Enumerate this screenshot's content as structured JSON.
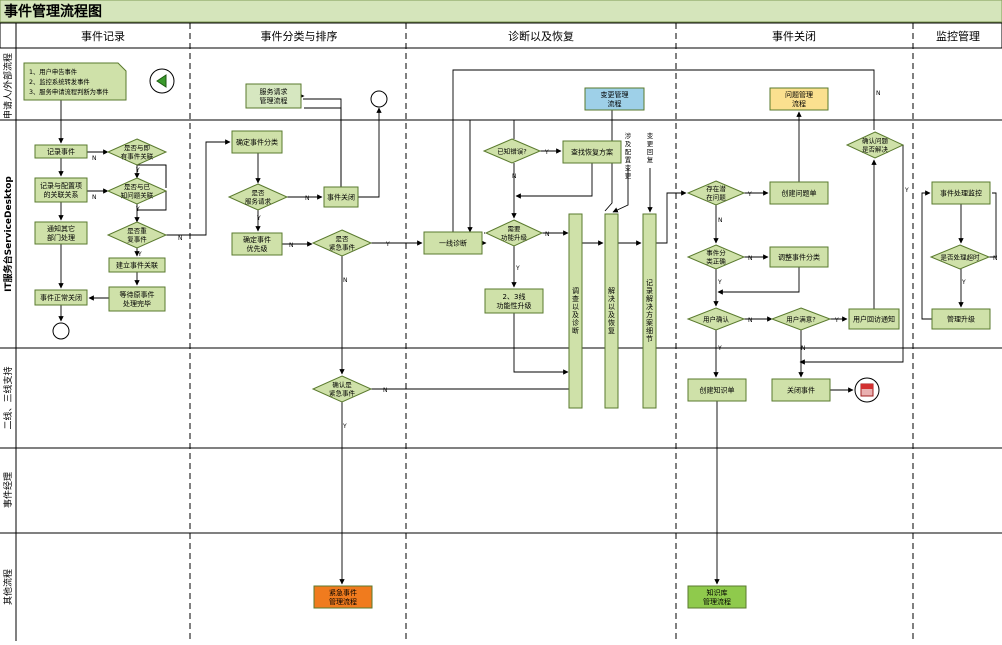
{
  "title": "事件管理流程图",
  "columns": [
    "事件记录",
    "事件分类与排序",
    "诊断以及恢复",
    "事件关闭",
    "监控管理"
  ],
  "lanes": [
    "申请人/外部流程",
    "IT服务台ServiceDesktop",
    "二线、三线支持",
    "事件经理",
    "其他流程"
  ],
  "input_note": [
    "1、用户申告事件",
    "2、监控系统转发事件",
    "3、服务申请流程判断为事件"
  ],
  "nodes": {
    "record_event": "记录事件",
    "check_open_event": [
      "是否与即",
      "有事件关联"
    ],
    "record_config": [
      "记录与配置项",
      "的关联关系"
    ],
    "check_problem": [
      "是否与已",
      "知问题关联"
    ],
    "notify_dept": [
      "通知其它",
      "部门处理"
    ],
    "check_repeat": [
      "是否重",
      "复事件"
    ],
    "create_relation": "建立事件关联",
    "normal_close": "事件正常关闭",
    "wait_close": [
      "等待原事件",
      "处理完毕"
    ],
    "service_flow": [
      "服务请求",
      "管理流程"
    ],
    "classify": "确定事件分类",
    "check_service": [
      "是否",
      "服务请求"
    ],
    "event_close_b": "事件关闭",
    "set_priority": [
      "确定事件",
      "优先级"
    ],
    "check_emergency": [
      "是否",
      "紧急事件"
    ],
    "confirm_emergency": [
      "确认是",
      "紧急事件"
    ],
    "emergency_flow": [
      "紧急事件",
      "管理流程"
    ],
    "change_flow": [
      "变更管理",
      "流程"
    ],
    "known_error": "已知错误?",
    "find_solution": "查找恢复方案",
    "check_escalate": [
      "需要",
      "功能升级"
    ],
    "first_diag": "一线诊断",
    "second_third": [
      "2、3线",
      "功能性升级"
    ],
    "investigate": "调查以及诊断",
    "resolve": "解决以及恢复",
    "record_solution": "记录解决方案细节",
    "config_change": "涉及配置变更",
    "change_return": "变更回复",
    "problem_flow": [
      "问题管理",
      "流程"
    ],
    "check_problem2": [
      "存在潜",
      "在问题"
    ],
    "create_problem": "创建问题单",
    "check_class": [
      "事件分",
      "类正确"
    ],
    "adjust_class": "调整事件分类",
    "close_event_d": "关闭事件",
    "user_confirm": "用户确认",
    "user_ok": "用户满意?",
    "visit": "用户回访通知",
    "confirm_solved": [
      "确认问题",
      "是否解决"
    ],
    "create_kb": "创建知识单",
    "kb_flow": [
      "知识库",
      "管理流程"
    ],
    "monitor": "事件处理监控",
    "check_timeout": "是否处理超时",
    "upgrade": "管理升级"
  },
  "labels": {
    "yes": "Y",
    "no": "N"
  },
  "colors": {
    "header": "#d5e5bb",
    "box": "#cfe1a9",
    "box_stroke": "#5a7a2e",
    "orange": "#f07b1e",
    "blue": "#9ed0e8",
    "yellow": "#fbe08f",
    "green2": "#8fca4c"
  }
}
